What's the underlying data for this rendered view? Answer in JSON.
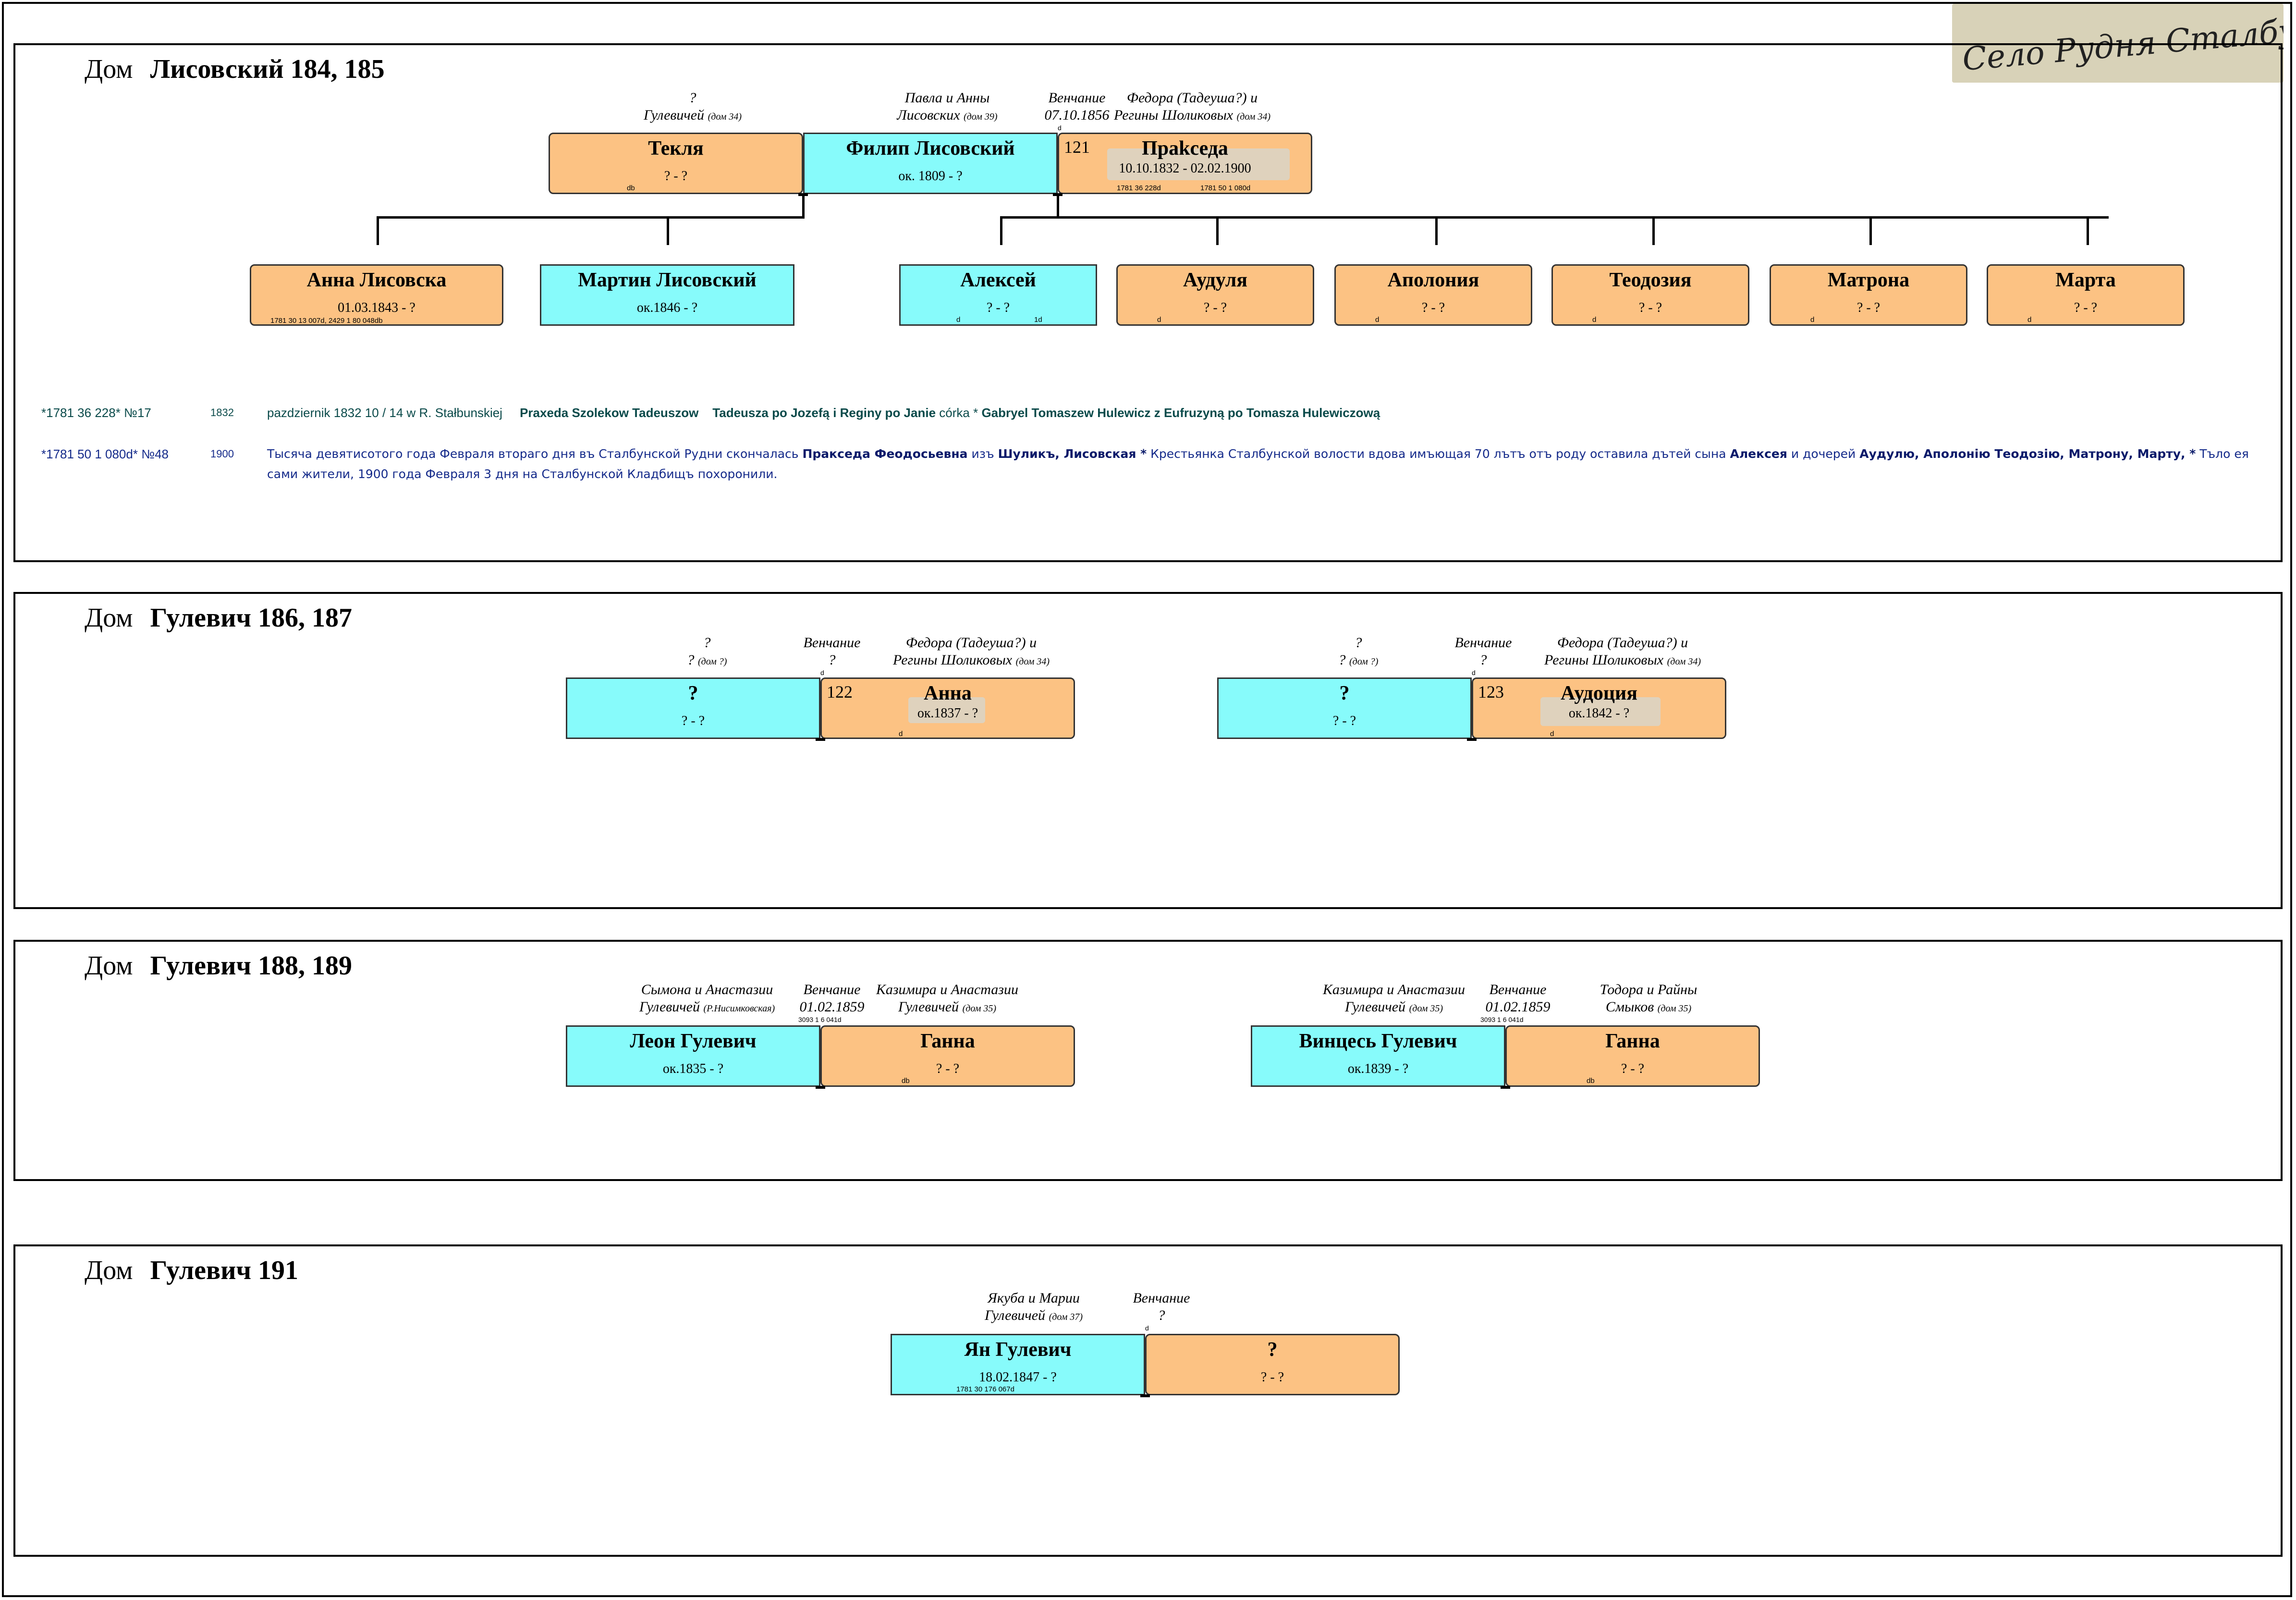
{
  "village_label": "Село Рудня Сталбунска",
  "house1": {
    "label": "Дом",
    "name": "Лисовский 184, 185",
    "tekla_parents": [
      "?",
      "Гулевичей"
    ],
    "tekla_parents_note": "(дом 34)",
    "filip_parents": [
      "Павла и Анны",
      "Лисовских"
    ],
    "filip_parents_note": "(дом 39)",
    "wedding": [
      "Венчание",
      "07.10.1856"
    ],
    "wedding_mark": "d",
    "praksed_parents": [
      "Федора (Тадеуша?) и",
      "Регины  Шоликовых"
    ],
    "praksed_parents_note": "(дом 34)",
    "tekla": {
      "name": "Текля",
      "dates": "? - ?",
      "mark": "db"
    },
    "filip": {
      "name": "Филип Лисовский",
      "dates": "ок. 1809 - ?"
    },
    "praksed": {
      "num": "121",
      "name": "Прakседа",
      "dates": "10.10.1832 - 02.02.1900",
      "ref1": "1781 36 228d",
      "ref2": "1781 50 1 080d"
    },
    "children": [
      {
        "name": "Анна Лисовска",
        "dates": "01.03.1843 - ?",
        "ref": "1781 30 13 007d, 2429 1 80 048db"
      },
      {
        "name": "Мартин Лисовский",
        "dates": "ок.1846 - ?"
      },
      {
        "name": "Алексей",
        "dates": "? - ?",
        "m1": "d",
        "m2": "1d"
      },
      {
        "name": "Аудуля",
        "dates": "? - ?",
        "m1": "d"
      },
      {
        "name": "Аполония",
        "dates": "? - ?",
        "m1": "d"
      },
      {
        "name": "Теодозия",
        "dates": "? - ?",
        "m1": "d"
      },
      {
        "name": "Матрона",
        "dates": "? - ?",
        "m1": "d"
      },
      {
        "name": "Марта",
        "dates": "? - ?",
        "m1": "d"
      }
    ],
    "rec1": {
      "id": "*1781 36 228* №17",
      "year": "1832",
      "date": "pazdziernik 1832  10 / 14   w R. Stałbunskiej",
      "name": "Praxeda Szolekow Tadeuszow",
      "parents": "Tadeusza po Jozefą i Reginy po Janie",
      "corka": "córka *",
      "godparents": "Gabryel Tomaszew Hulewicz z Eufruzyną po Tomasza Hulewiczową"
    },
    "rec2": {
      "id": "*1781 50 1 080d* №48",
      "year": "1900",
      "t1": "Тысяча девятисотого года Февраля втораго дня въ Сталбунской Рудни скончалась",
      "t2": "Пракседа Феодосьевна",
      "t3": "изъ",
      "t4": "Шуликъ, Лисовская *",
      "t5": "Крестьянка Сталбунской волости вдова имъющая 70 лътъ отъ роду оставила дътей сына",
      "t6": "Алексея",
      "t7": "и дочерей",
      "t8": "Аудулю, Аполонію Теодозію, Матрону, Марту, *",
      "t9": "Тъло ея сами жители, 1900 года Февраля 3 дня на Сталбунской Кладбищъ похоронили."
    }
  },
  "house2": {
    "label": "Дом",
    "name": "Гулевич 186, 187",
    "c1_parents": [
      "?",
      "?"
    ],
    "c1_note": "(дом ?)",
    "c1_wed": [
      "Венчание",
      "?"
    ],
    "c1_mark": "d",
    "c1_wp": [
      "Федора (Тадеуша?) и",
      "Регины  Шоликовых"
    ],
    "c1_wp_note": "(дом 34)",
    "c1_h": {
      "name": "?",
      "dates": "? - ?"
    },
    "c1_w": {
      "num": "122",
      "name": "Анна",
      "dates": "ок.1837 - ?",
      "mark": "d"
    },
    "c2_parents": [
      "?",
      "?"
    ],
    "c2_note": "(дом ?)",
    "c2_wed": [
      "Венчание",
      "?"
    ],
    "c2_mark": "d",
    "c2_wp": [
      "Федора (Тадеуша?) и",
      "Регины  Шоликовых"
    ],
    "c2_wp_note": "(дом 34)",
    "c2_h": {
      "name": "?",
      "dates": "? - ?"
    },
    "c2_w": {
      "num": "123",
      "name": "Аудоция",
      "dates": "ок.1842 - ?",
      "mark": "d"
    }
  },
  "house3": {
    "label": "Дом",
    "name": "Гулевич 188, 189",
    "c1_hp": [
      "Сымона и Анастазии",
      "Гулевичей"
    ],
    "c1_hp_note": "(Р.Нисимковская)",
    "c1_wed": [
      "Венчание",
      "01.02.1859"
    ],
    "c1_ref": "3093 1 6 041d",
    "c1_wp": [
      "Казимира и Анастазии",
      "Гулевичей"
    ],
    "c1_wp_note": "(дом 35)",
    "c1_h": {
      "name": "Леон Гулевич",
      "dates": "ок.1835 - ?"
    },
    "c1_w": {
      "name": "Ганна",
      "dates": "? - ?",
      "mark": "db"
    },
    "c2_hp": [
      "Казимира и Анастазии",
      "Гулевичей"
    ],
    "c2_hp_note": "(дом 35)",
    "c2_wed": [
      "Венчание",
      "01.02.1859"
    ],
    "c2_ref": "3093 1 6 041d",
    "c2_wp": [
      "Тодора и Райны",
      "Смыков"
    ],
    "c2_wp_note": "(дом 35)",
    "c2_h": {
      "name": "Винцесь Гулевич",
      "dates": "ок.1839 - ?"
    },
    "c2_w": {
      "name": "Ганна",
      "dates": "? - ?",
      "mark": "db"
    }
  },
  "house4": {
    "label": "Дом",
    "name": "Гулевич 191",
    "hp": [
      "Якуба и Марии",
      "Гулевичей"
    ],
    "hp_note": "(дом 37)",
    "wed": [
      "Венчание",
      "?"
    ],
    "mark": "d",
    "h": {
      "name": "Ян Гулевич",
      "dates": "18.02.1847 - ?",
      "ref": "1781 30 176 067d"
    },
    "w": {
      "name": "?",
      "dates": "? - ?"
    }
  },
  "colors": {
    "male": "#87fbfb",
    "female": "#fcc283",
    "record1": "#0a4a4a",
    "record2": "#142a8a"
  }
}
